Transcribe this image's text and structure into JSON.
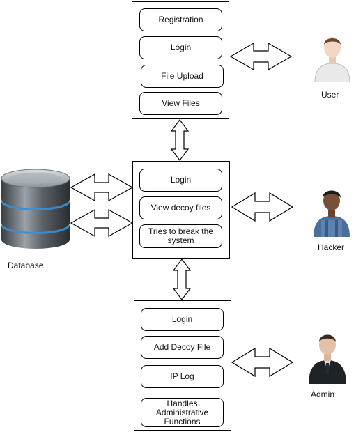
{
  "user_panel": {
    "buttons": [
      "Registration",
      "Login",
      "File Upload",
      "View Files"
    ]
  },
  "hacker_panel": {
    "buttons": [
      "Login",
      "View decoy files",
      "Tries to break the system"
    ]
  },
  "admin_panel": {
    "buttons": [
      "Login",
      "Add Decoy File",
      "IP Log",
      "Handles Administrative Functions"
    ]
  },
  "actors": {
    "user": "User",
    "hacker": "Hacker",
    "admin": "Admin",
    "database": "Database"
  },
  "icons": {
    "user": "user-icon",
    "hacker": "hacker-icon",
    "admin": "admin-icon",
    "database": "database-icon",
    "arrow": "double-arrow-icon"
  }
}
